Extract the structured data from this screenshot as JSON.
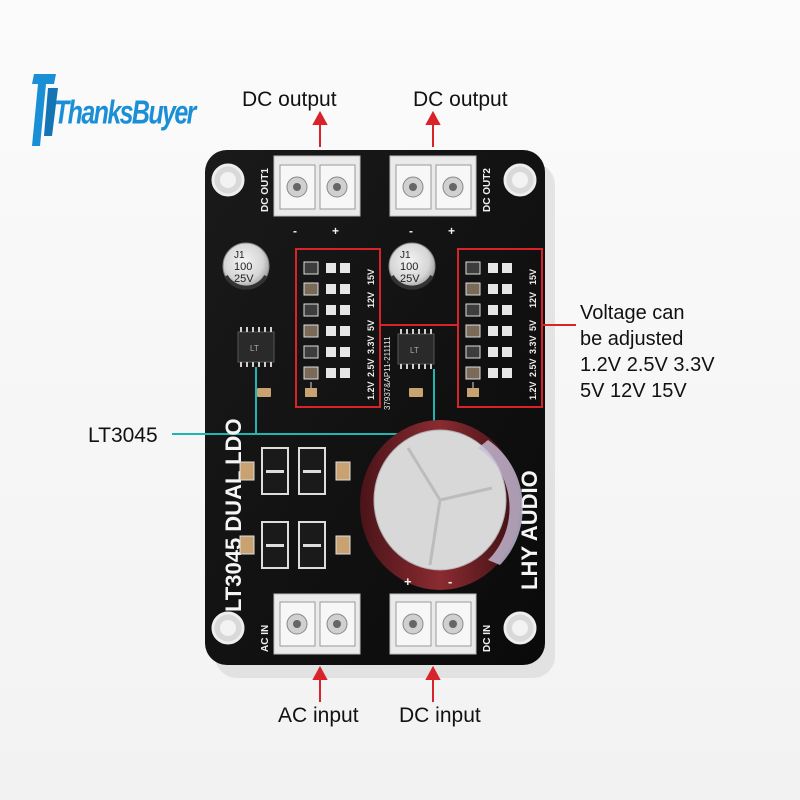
{
  "brand": {
    "name": "ThanksBuyer",
    "color": "#1b8fd6"
  },
  "callouts": {
    "dc_output_1": "DC output",
    "dc_output_2": "DC output",
    "voltage_note": {
      "line1": "Voltage can",
      "line2": "be adjusted",
      "line3": "1.2V  2.5V  3.3V",
      "line4": "5V  12V  15V"
    },
    "chip": "LT3045",
    "ac_input": "AC input",
    "dc_input": "DC input"
  },
  "board": {
    "title": "LT3045 DUAL LDO",
    "maker": "LHY AUDIO",
    "silk_out1": "DC OUT1",
    "silk_out2": "DC OUT2",
    "silk_ac_in": "AC IN",
    "silk_dc_in": "DC IN",
    "minus": "-",
    "plus": "+",
    "cap_line1": "J1",
    "cap_line2": "100",
    "cap_line3": "25V",
    "voltage_selector_labels": [
      "1.2V",
      "2.5V",
      "3.3V",
      "5V",
      "12V",
      "15V"
    ],
    "batch_code": "37937&AP11-211111",
    "ic_marking": "LT",
    "colors": {
      "pcb": "#121212",
      "highlight_box": "#d8232a",
      "callout_line": "#1fb5b0",
      "arrow": "#d8232a",
      "big_cap": "#6e1f24"
    }
  }
}
